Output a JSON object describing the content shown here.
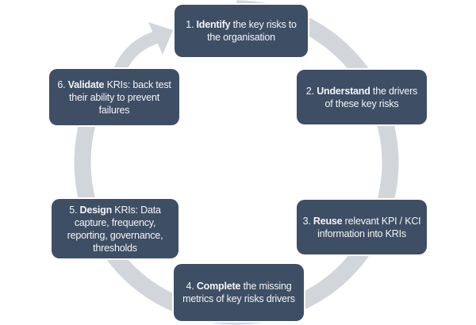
{
  "colors": {
    "box_bg": "#3e4e64",
    "box_text": "#f4f6f8",
    "ring": "#d2d5da",
    "canvas_bg": "#ffffff"
  },
  "steps": [
    {
      "num": "1. ",
      "keyword": "Identify",
      "rest": " the key risks to\nthe organisation"
    },
    {
      "num": "2. ",
      "keyword": "Understand",
      "rest": " the drivers\nof these key risks"
    },
    {
      "num": "3. ",
      "keyword": "Reuse",
      "rest": " relevant KPI / KCI\ninformation into KRIs"
    },
    {
      "num": "4. ",
      "keyword": "Complete",
      "rest": " the missing\nmetrics of key risks drivers"
    },
    {
      "num": "5. ",
      "keyword": "Design",
      "rest": " KRIs: Data\ncapture, frequency,\nreporting, governance,\nthresholds"
    },
    {
      "num": "6. ",
      "keyword": "Validate",
      "rest": " KRIs: back test\ntheir ability to prevent\nfailures"
    }
  ]
}
